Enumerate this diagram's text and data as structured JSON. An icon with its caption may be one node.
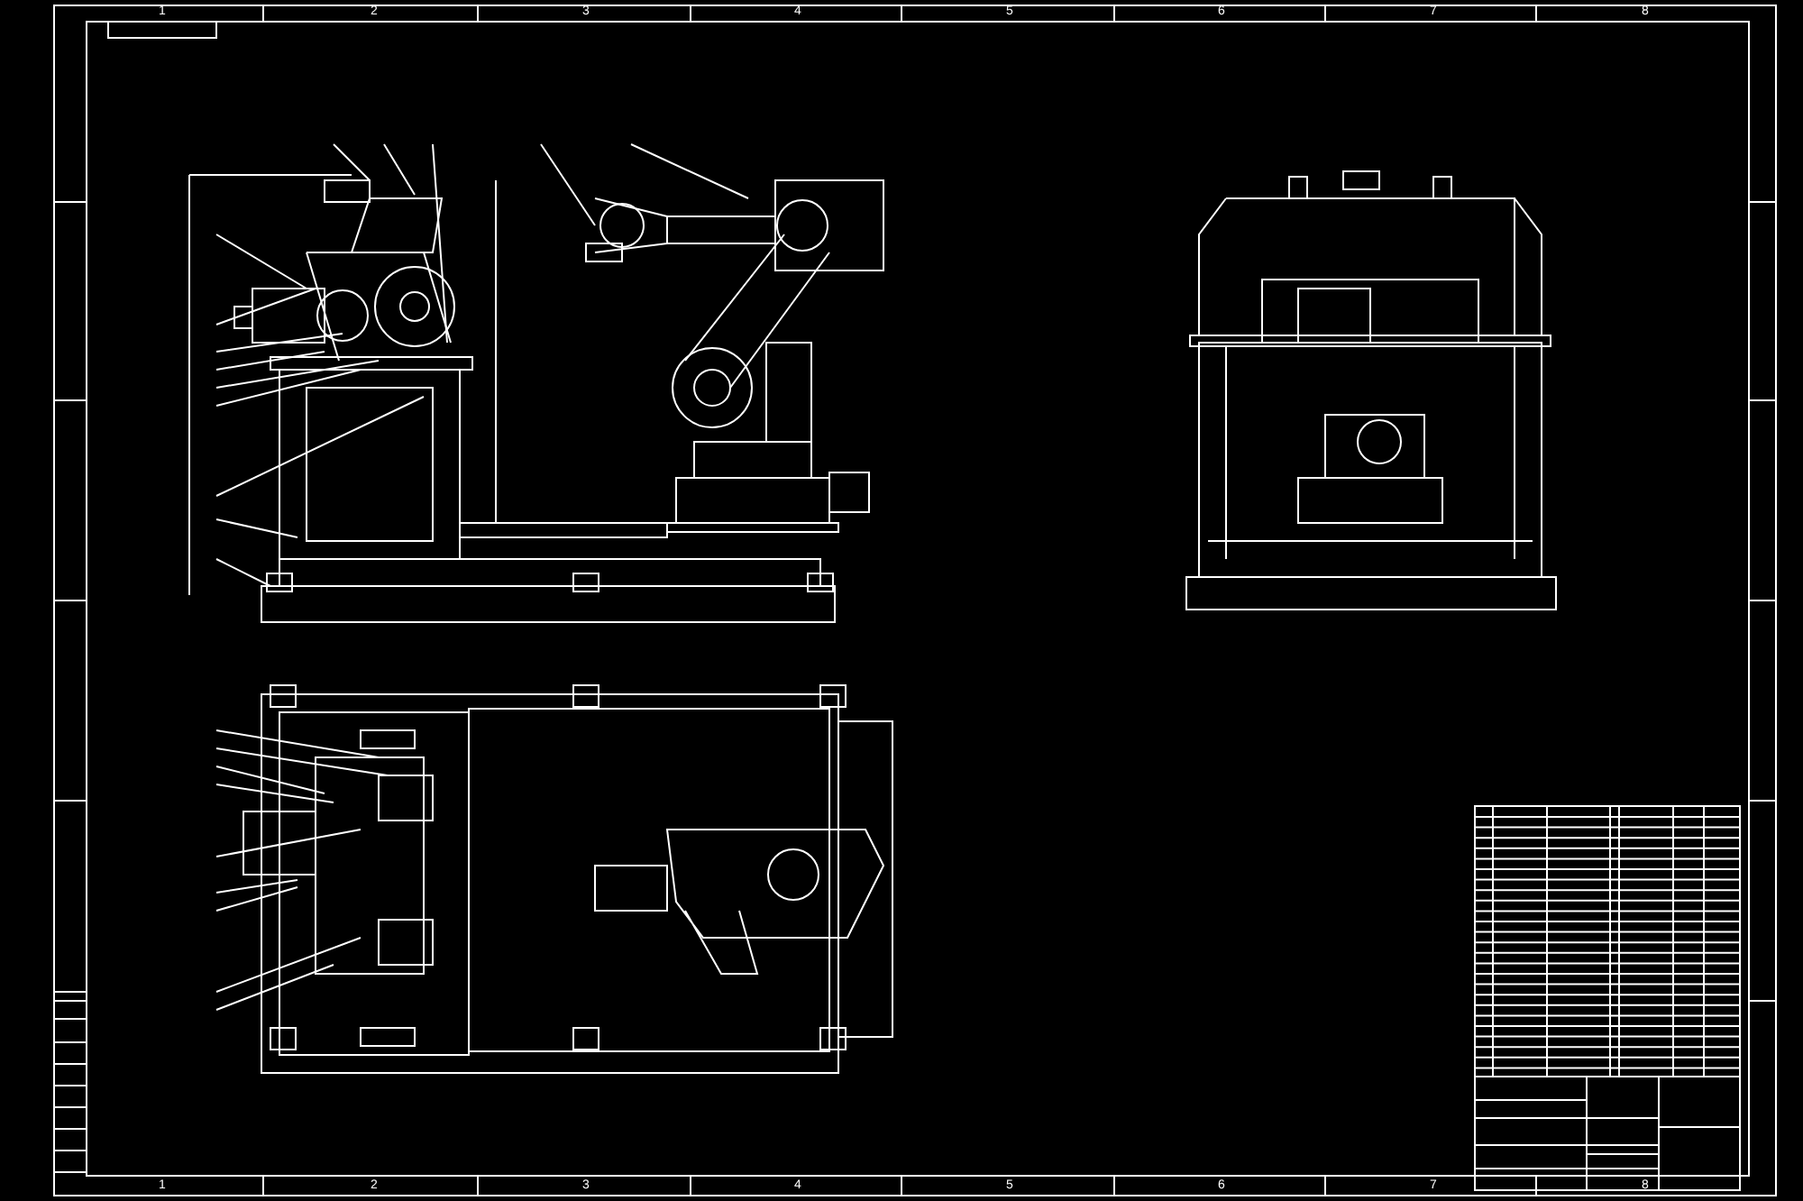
{
  "diagram": {
    "labels": [
      "1",
      "2",
      "3",
      "4",
      "5",
      "6",
      "7",
      "8",
      "1",
      "2",
      "3",
      "4",
      "5",
      "6",
      "7",
      "8"
    ]
  }
}
